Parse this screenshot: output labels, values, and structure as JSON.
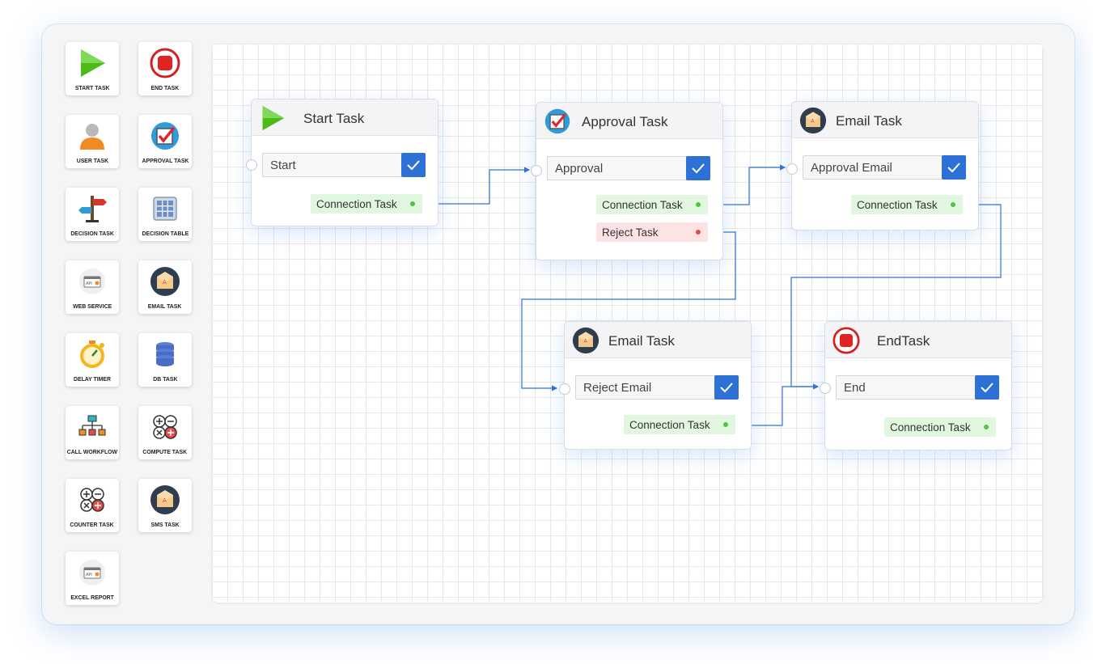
{
  "palette": {
    "items": [
      {
        "label": "START TASK",
        "icon": "play-icon"
      },
      {
        "label": "END TASK",
        "icon": "stop-icon"
      },
      {
        "label": "USER TASK",
        "icon": "user-icon"
      },
      {
        "label": "APPROVAL TASK",
        "icon": "approval-check-icon"
      },
      {
        "label": "DECISION TASK",
        "icon": "signpost-icon"
      },
      {
        "label": "DECISION TABLE",
        "icon": "table-icon"
      },
      {
        "label": "WEB SERVICE",
        "icon": "api-icon"
      },
      {
        "label": "EMAIL TASK",
        "icon": "email-avatar-icon"
      },
      {
        "label": "DELAY TIMER",
        "icon": "stopwatch-icon"
      },
      {
        "label": "DB TASK",
        "icon": "database-icon"
      },
      {
        "label": "CALL WORKFLOW",
        "icon": "workflow-icon"
      },
      {
        "label": "COMPUTE TASK",
        "icon": "calculator-icon"
      },
      {
        "label": "COUNTER TASK",
        "icon": "calculator-icon"
      },
      {
        "label": "SMS TASK",
        "icon": "email-avatar-icon"
      },
      {
        "label": "EXCEL REPORT",
        "icon": "api-icon"
      }
    ]
  },
  "nodes": {
    "start": {
      "title": "Start Task",
      "field": "Start",
      "conn": "Connection Task"
    },
    "approval": {
      "title": "Approval Task",
      "field": "Approval",
      "conn": "Connection Task",
      "reject": "Reject Task"
    },
    "email_approval": {
      "title": "Email Task",
      "field": "Approval Email",
      "conn": "Connection Task"
    },
    "email_reject": {
      "title": "Email Task",
      "field": "Reject Email",
      "conn": "Connection Task"
    },
    "end": {
      "title": "EndTask",
      "field": "End",
      "conn": "Connection Task"
    }
  },
  "colors": {
    "wire": "#2d71d6",
    "checkbox": "#2d71d6",
    "connection_bg": "#e2f7df",
    "reject_bg": "#fde3e3"
  }
}
